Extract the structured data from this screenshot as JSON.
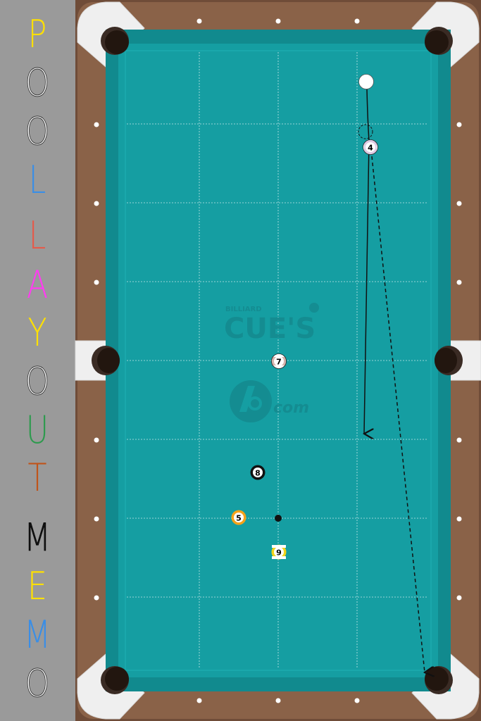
{
  "title": {
    "lines": [
      "POOL",
      "LAYOUT",
      "MEMO"
    ],
    "letters": [
      {
        "char": "P",
        "color": "#ffe000"
      },
      {
        "char": "O",
        "color": "#ffffff"
      },
      {
        "char": "O",
        "color": "#ffffff"
      },
      {
        "char": "L",
        "color": "#3a8ee6"
      },
      {
        "char": "L",
        "color": "#e55a4a"
      },
      {
        "char": "A",
        "color": "#ff3cf0"
      },
      {
        "char": "Y",
        "color": "#ffe000"
      },
      {
        "char": "O",
        "color": "#ffffff"
      },
      {
        "char": "U",
        "color": "#2e9a4e"
      },
      {
        "char": "T",
        "color": "#c0541a"
      },
      {
        "char": "M",
        "color": "#111111"
      },
      {
        "char": "E",
        "color": "#ffe000"
      },
      {
        "char": "M",
        "color": "#3a8ee6"
      },
      {
        "char": "O",
        "color": "#ffffff"
      }
    ]
  },
  "logo": {
    "small": "BILLIARD",
    "main": "CUE'S",
    "sub": "com"
  },
  "colors": {
    "felt": "#159ea2",
    "rail_wood": "#8a6248",
    "rail_white": "#f2f2f2",
    "pocket": "#2a1d18",
    "logo": "#148a8f"
  },
  "balls": [
    {
      "id": "cue",
      "label": "",
      "type": "cue"
    },
    {
      "id": "4",
      "label": "4",
      "type": "stripe",
      "color": "#7a2f8f"
    },
    {
      "id": "7",
      "label": "7",
      "type": "stripe",
      "color": "#8a2a1a"
    },
    {
      "id": "8",
      "label": "8",
      "type": "solid",
      "color": "#111111"
    },
    {
      "id": "5",
      "label": "5",
      "type": "solid",
      "color": "#f5a21a"
    },
    {
      "id": "9",
      "label": "9",
      "type": "stripe",
      "color": "#f2d41a"
    }
  ],
  "shots": [
    {
      "name": "cue-path",
      "style": "solid",
      "from": "cue",
      "to": "cue-end"
    },
    {
      "name": "object-path",
      "style": "dashed",
      "from": "4",
      "to": "pocket-bottom-right"
    }
  ]
}
